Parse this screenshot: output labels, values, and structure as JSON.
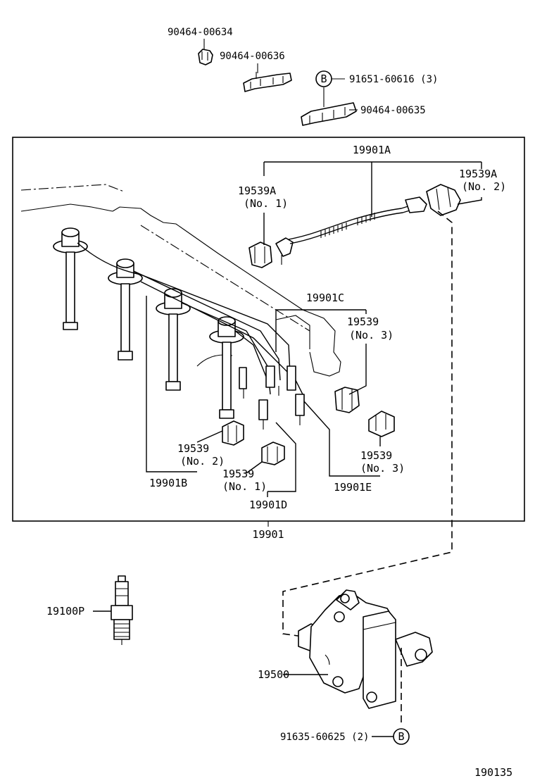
{
  "parts": {
    "clamp_top": "90464-00634",
    "clamp_mid": "90464-00636",
    "bolt_b_top": "91651-60616 (3)",
    "clamp_right": "90464-00635",
    "cord_set_a": "19901A",
    "cap_a_no1": "19539A",
    "cap_a_no1_sub": "(No. 1)",
    "cap_a_no2": "19539A",
    "cap_a_no2_sub": "(No. 2)",
    "cord_set_c": "19901C",
    "cap_no3_upper": "19539",
    "cap_no3_upper_sub": "(No. 3)",
    "cap_no2": "19539",
    "cap_no2_sub": "(No. 2)",
    "cap_no1": "19539",
    "cap_no1_sub": "(No. 1)",
    "cap_no3_lower": "19539",
    "cap_no3_lower_sub": "(No. 3)",
    "cord_set_b": "19901B",
    "cord_set_d": "19901D",
    "cord_set_e": "19901E",
    "cord_set_total": "19901",
    "spark_plug": "19100P",
    "ignition_coil": "19500",
    "bolt_b_bottom": "91635-60625 (2)",
    "circle_b_top": "B",
    "circle_b_bottom": "B",
    "figure_number": "190135"
  }
}
